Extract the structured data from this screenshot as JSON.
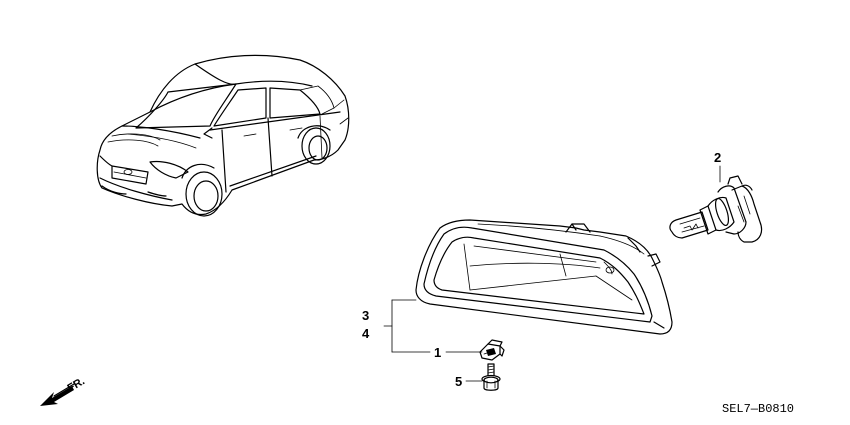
{
  "callouts": {
    "bulb": "2",
    "housing_left": "3",
    "housing_right": "4",
    "clip": "1",
    "screw": "5"
  },
  "direction_label": "FR.",
  "diagram_code": "SEL7—B0810"
}
